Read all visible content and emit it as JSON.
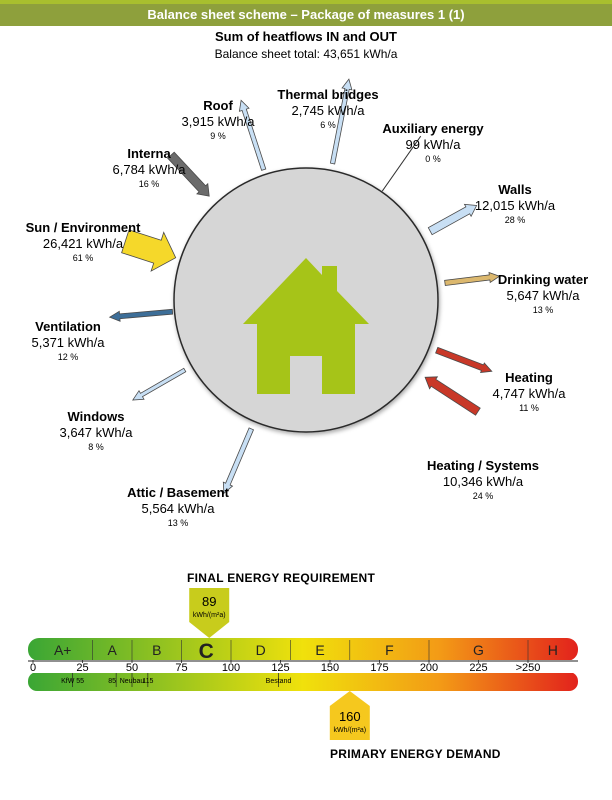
{
  "header": {
    "title": "Balance sheet scheme – Package of measures 1 (1)"
  },
  "summary": {
    "title": "Sum of heatflows IN and OUT",
    "total": "Balance sheet total: 43,651 kWh/a"
  },
  "flows": [
    {
      "name": "Roof",
      "value": "3,915 kWh/a",
      "percent": "9 %",
      "color": "#c8dff4",
      "direction": "out"
    },
    {
      "name": "Thermal bridges",
      "value": "2,745 kWh/a",
      "percent": "6 %",
      "color": "#c8dff4",
      "direction": "out"
    },
    {
      "name": "Auxiliary energy",
      "value": "99 kWh/a",
      "percent": "0 %",
      "color": "#333333",
      "direction": "in"
    },
    {
      "name": "Walls",
      "value": "12,015 kWh/a",
      "percent": "28 %",
      "color": "#c8dff4",
      "direction": "out"
    },
    {
      "name": "Drinking water",
      "value": "5,647 kWh/a",
      "percent": "13 %",
      "color": "#dcb86e",
      "direction": "out"
    },
    {
      "name": "Heating",
      "value": "4,747 kWh/a",
      "percent": "11 %",
      "color": "#c83828",
      "direction": "out"
    },
    {
      "name": "Heating / Systems",
      "value": "10,346 kWh/a",
      "percent": "24 %",
      "color": "#c83828",
      "direction": "in"
    },
    {
      "name": "Attic / Basement",
      "value": "5,564 kWh/a",
      "percent": "13 %",
      "color": "#c8dff4",
      "direction": "out"
    },
    {
      "name": "Windows",
      "value": "3,647 kWh/a",
      "percent": "8 %",
      "color": "#c8dff4",
      "direction": "out"
    },
    {
      "name": "Ventilation",
      "value": "5,371 kWh/a",
      "percent": "12 %",
      "color": "#3d6e98",
      "direction": "out"
    },
    {
      "name": "Sun / Environment",
      "value": "26,421 kWh/a",
      "percent": "61 %",
      "color": "#f5d82a",
      "direction": "in"
    },
    {
      "name": "Interna",
      "value": "6,784 kWh/a",
      "percent": "16 %",
      "color": "#6b6b6b",
      "direction": "in"
    }
  ],
  "energy_scale": {
    "final_title": "FINAL ENERGY REQUIREMENT",
    "final_value": "89",
    "final_unit": "kWh/(m²a)",
    "final_number": 89,
    "final_class": "C",
    "primary_title": "PRIMARY ENERGY DEMAND",
    "primary_value": "160",
    "primary_unit": "kWh/(m²a)",
    "primary_number": 160,
    "classes": [
      {
        "label": "A+",
        "from": 0,
        "to": 30
      },
      {
        "label": "A",
        "from": 30,
        "to": 50
      },
      {
        "label": "B",
        "from": 50,
        "to": 75
      },
      {
        "label": "C",
        "from": 75,
        "to": 100
      },
      {
        "label": "D",
        "from": 100,
        "to": 130
      },
      {
        "label": "E",
        "from": 130,
        "to": 160
      },
      {
        "label": "F",
        "from": 160,
        "to": 200
      },
      {
        "label": "G",
        "from": 200,
        "to": 250
      },
      {
        "label": "H",
        "from": 250,
        "to": 275
      }
    ],
    "ticks": [
      {
        "label": "0",
        "value": 0
      },
      {
        "label": "25",
        "value": 25
      },
      {
        "label": "50",
        "value": 50
      },
      {
        "label": "75",
        "value": 75
      },
      {
        "label": "100",
        "value": 100
      },
      {
        "label": "125",
        "value": 125
      },
      {
        "label": "150",
        "value": 150
      },
      {
        "label": "175",
        "value": 175
      },
      {
        "label": "200",
        "value": 200
      },
      {
        "label": "225",
        "value": 225
      },
      {
        "label": ">250",
        "value": 250
      }
    ],
    "references": [
      {
        "label": "KfW 55",
        "value": 20
      },
      {
        "label": "85",
        "value": 42
      },
      {
        "label": "Neubau",
        "value": 50
      },
      {
        "label": "115",
        "value": 58
      },
      {
        "label": "Bestand",
        "value": 124
      }
    ]
  }
}
